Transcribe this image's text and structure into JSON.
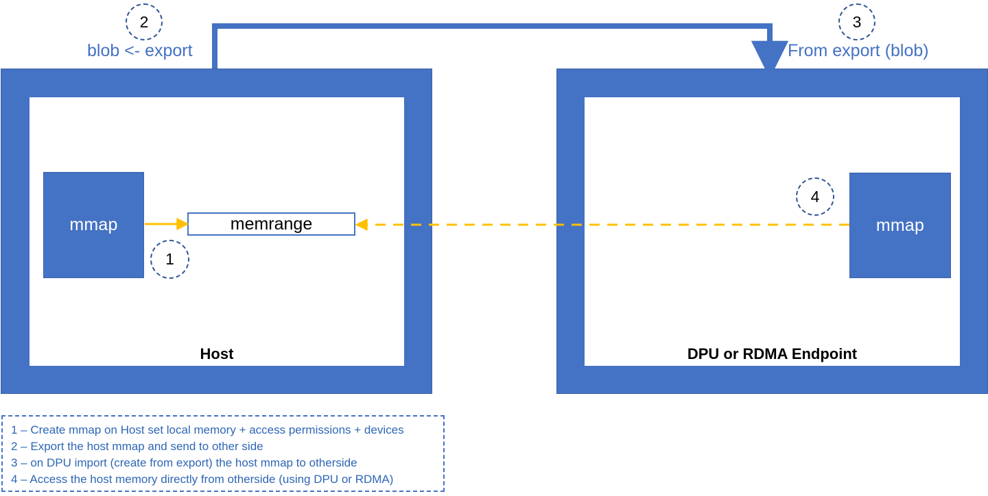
{
  "diagram": {
    "title_colors": {
      "blue_fill": "#4472c4",
      "blue_stroke": "#2f5597",
      "callout_text": "#4472c4",
      "arrow_orange": "#ffc000",
      "legend_text": "#2e66b5"
    },
    "left_machine": {
      "label": "Host",
      "mmap_label": "mmap",
      "memrange_label": "memrange"
    },
    "right_machine": {
      "label": "DPU or RDMA Endpoint",
      "mmap_label": "mmap"
    },
    "steps": [
      {
        "number": "1"
      },
      {
        "number": "2"
      },
      {
        "number": "3"
      },
      {
        "number": "4"
      }
    ],
    "callouts": {
      "export_label": "blob <- export",
      "import_label": "From export (blob)"
    },
    "legend": {
      "lines": [
        "1 – Create mmap on Host set local memory + access permissions + devices",
        "2 – Export the host mmap and send to other side",
        "3 – on DPU import (create from export) the host mmap to otherside",
        "4 – Access the host memory directly from otherside (using DPU or RDMA)"
      ]
    }
  }
}
